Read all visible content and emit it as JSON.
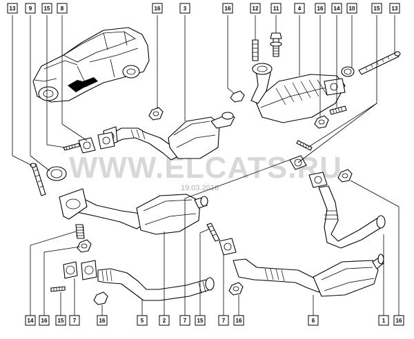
{
  "watermark": {
    "text": "WWW.ELCATS.RU",
    "date": "19.03.2016"
  },
  "top_callouts": [
    {
      "label": "13"
    },
    {
      "label": "9"
    },
    {
      "label": "15"
    },
    {
      "label": "8"
    },
    {
      "label": "16"
    },
    {
      "label": "3"
    },
    {
      "label": "16"
    },
    {
      "label": "12"
    },
    {
      "label": "11"
    },
    {
      "label": "4"
    },
    {
      "label": "16"
    },
    {
      "label": "14"
    },
    {
      "label": "10"
    },
    {
      "label": "15"
    },
    {
      "label": "13"
    }
  ],
  "bottom_callouts": [
    {
      "label": "14"
    },
    {
      "label": "16"
    },
    {
      "label": "15"
    },
    {
      "label": "7"
    },
    {
      "label": "16"
    },
    {
      "label": "5"
    },
    {
      "label": "2"
    },
    {
      "label": "7"
    },
    {
      "label": "15"
    },
    {
      "label": "7"
    },
    {
      "label": "16"
    },
    {
      "label": "6"
    },
    {
      "label": "1"
    },
    {
      "label": "16"
    }
  ]
}
